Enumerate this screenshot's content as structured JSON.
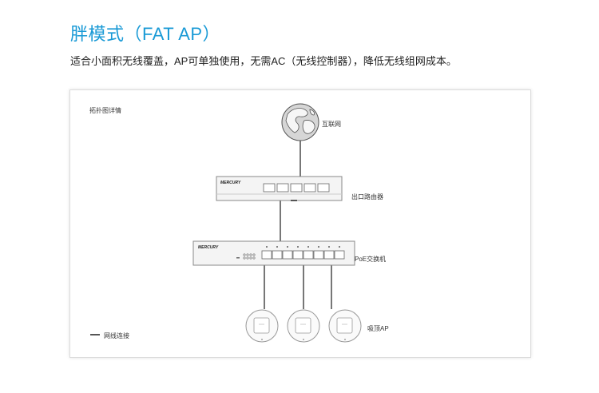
{
  "header": {
    "title": "胖模式（FAT AP）",
    "subtitle": "适合小面积无线覆盖，AP可单独使用，无需AC（无线控制器），降低无线组网成本。"
  },
  "diagram": {
    "panel_title": "拓扑图详情",
    "nodes": {
      "internet": "互联网",
      "router": "出口路由器",
      "poe_switch": "PoE交换机",
      "ceiling_ap": "吸顶AP"
    },
    "brand": "MERCURY",
    "legend": {
      "network_link": "网线连接"
    }
  }
}
